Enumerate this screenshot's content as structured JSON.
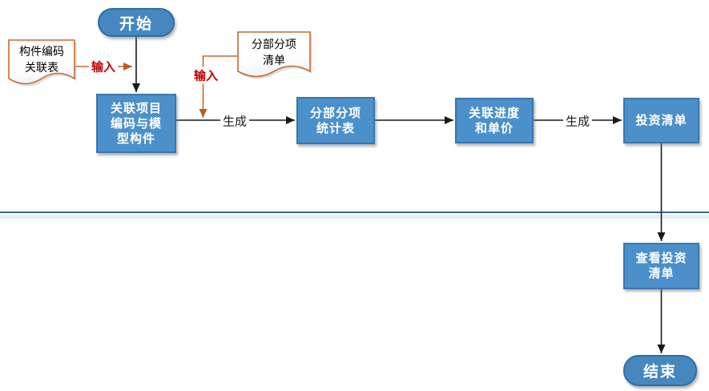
{
  "diagram_title": "",
  "colors": {
    "node_fill": "#4B90CA",
    "node_border": "#3A76AD",
    "terminator_fill": "#4787C0",
    "terminator_border": "#2F6DA3",
    "document_border": "#C96B2B",
    "connector_black": "#1A1A1A",
    "connector_orange": "#C96B2B",
    "label_input": "#C00000",
    "label_generate": "#1A1A1A",
    "divider_line": "#34688E",
    "divider_band": "#E8EEF7"
  },
  "nodes": {
    "start": {
      "type": "terminator",
      "label": "开始"
    },
    "doc_component_code_map": {
      "type": "document",
      "label": "构件编码\n关联表"
    },
    "doc_boq_list": {
      "type": "document",
      "label": "分部分项\n清单"
    },
    "link_project_code": {
      "type": "process",
      "label": "关联项目\n编码与模\n型构件"
    },
    "boq_statistics": {
      "type": "process",
      "label": "分部分项\n统计表"
    },
    "link_schedule_price": {
      "type": "process",
      "label": "关联进度\n和单价"
    },
    "investment_list": {
      "type": "process",
      "label": "投资清单"
    },
    "view_investment_list": {
      "type": "process",
      "label": "查看投资\n清单"
    },
    "end": {
      "type": "terminator",
      "label": "结束"
    }
  },
  "flow": [
    {
      "from": "start",
      "to": "link_project_code",
      "label": "",
      "style": "black"
    },
    {
      "from": "doc_component_code_map",
      "to": "link_project_code",
      "label": "输入",
      "style": "orange"
    },
    {
      "from": "link_project_code",
      "to": "boq_statistics",
      "label": "生成",
      "style": "black"
    },
    {
      "from": "doc_boq_list",
      "to": "edge_link_project_code_to_boq_statistics",
      "label": "输入",
      "style": "orange"
    },
    {
      "from": "boq_statistics",
      "to": "link_schedule_price",
      "label": "",
      "style": "black"
    },
    {
      "from": "link_schedule_price",
      "to": "investment_list",
      "label": "生成",
      "style": "black"
    },
    {
      "from": "investment_list",
      "to": "view_investment_list",
      "label": "",
      "style": "black"
    },
    {
      "from": "view_investment_list",
      "to": "end",
      "label": "",
      "style": "black"
    }
  ]
}
